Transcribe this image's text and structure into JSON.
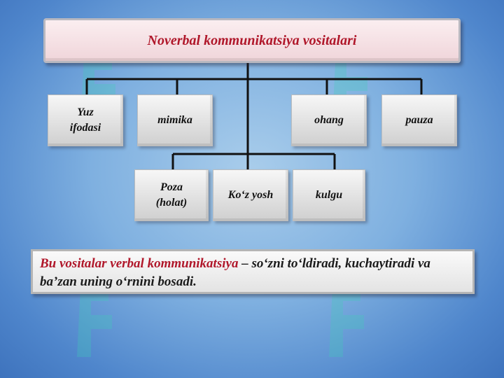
{
  "title": "Noverbal kommunikatsiya vositalari",
  "nodes": {
    "yuz": "Yuz\nifodasi",
    "mimika": "mimika",
    "ohang": "ohang",
    "pauza": "pauza",
    "poza": "Poza\n(holat)",
    "kozyosh": "Ko‘z yosh",
    "kulgu": "kulgu"
  },
  "note": {
    "highlight": "Bu vositalar verbal kommunikatsiya",
    "rest": " – so‘zni to‘ldiradi, kuchaytiradi va ba’zan uning o‘rnini bosadi."
  },
  "colors": {
    "accent": "#b0172a",
    "background": "#7fb0e0"
  }
}
